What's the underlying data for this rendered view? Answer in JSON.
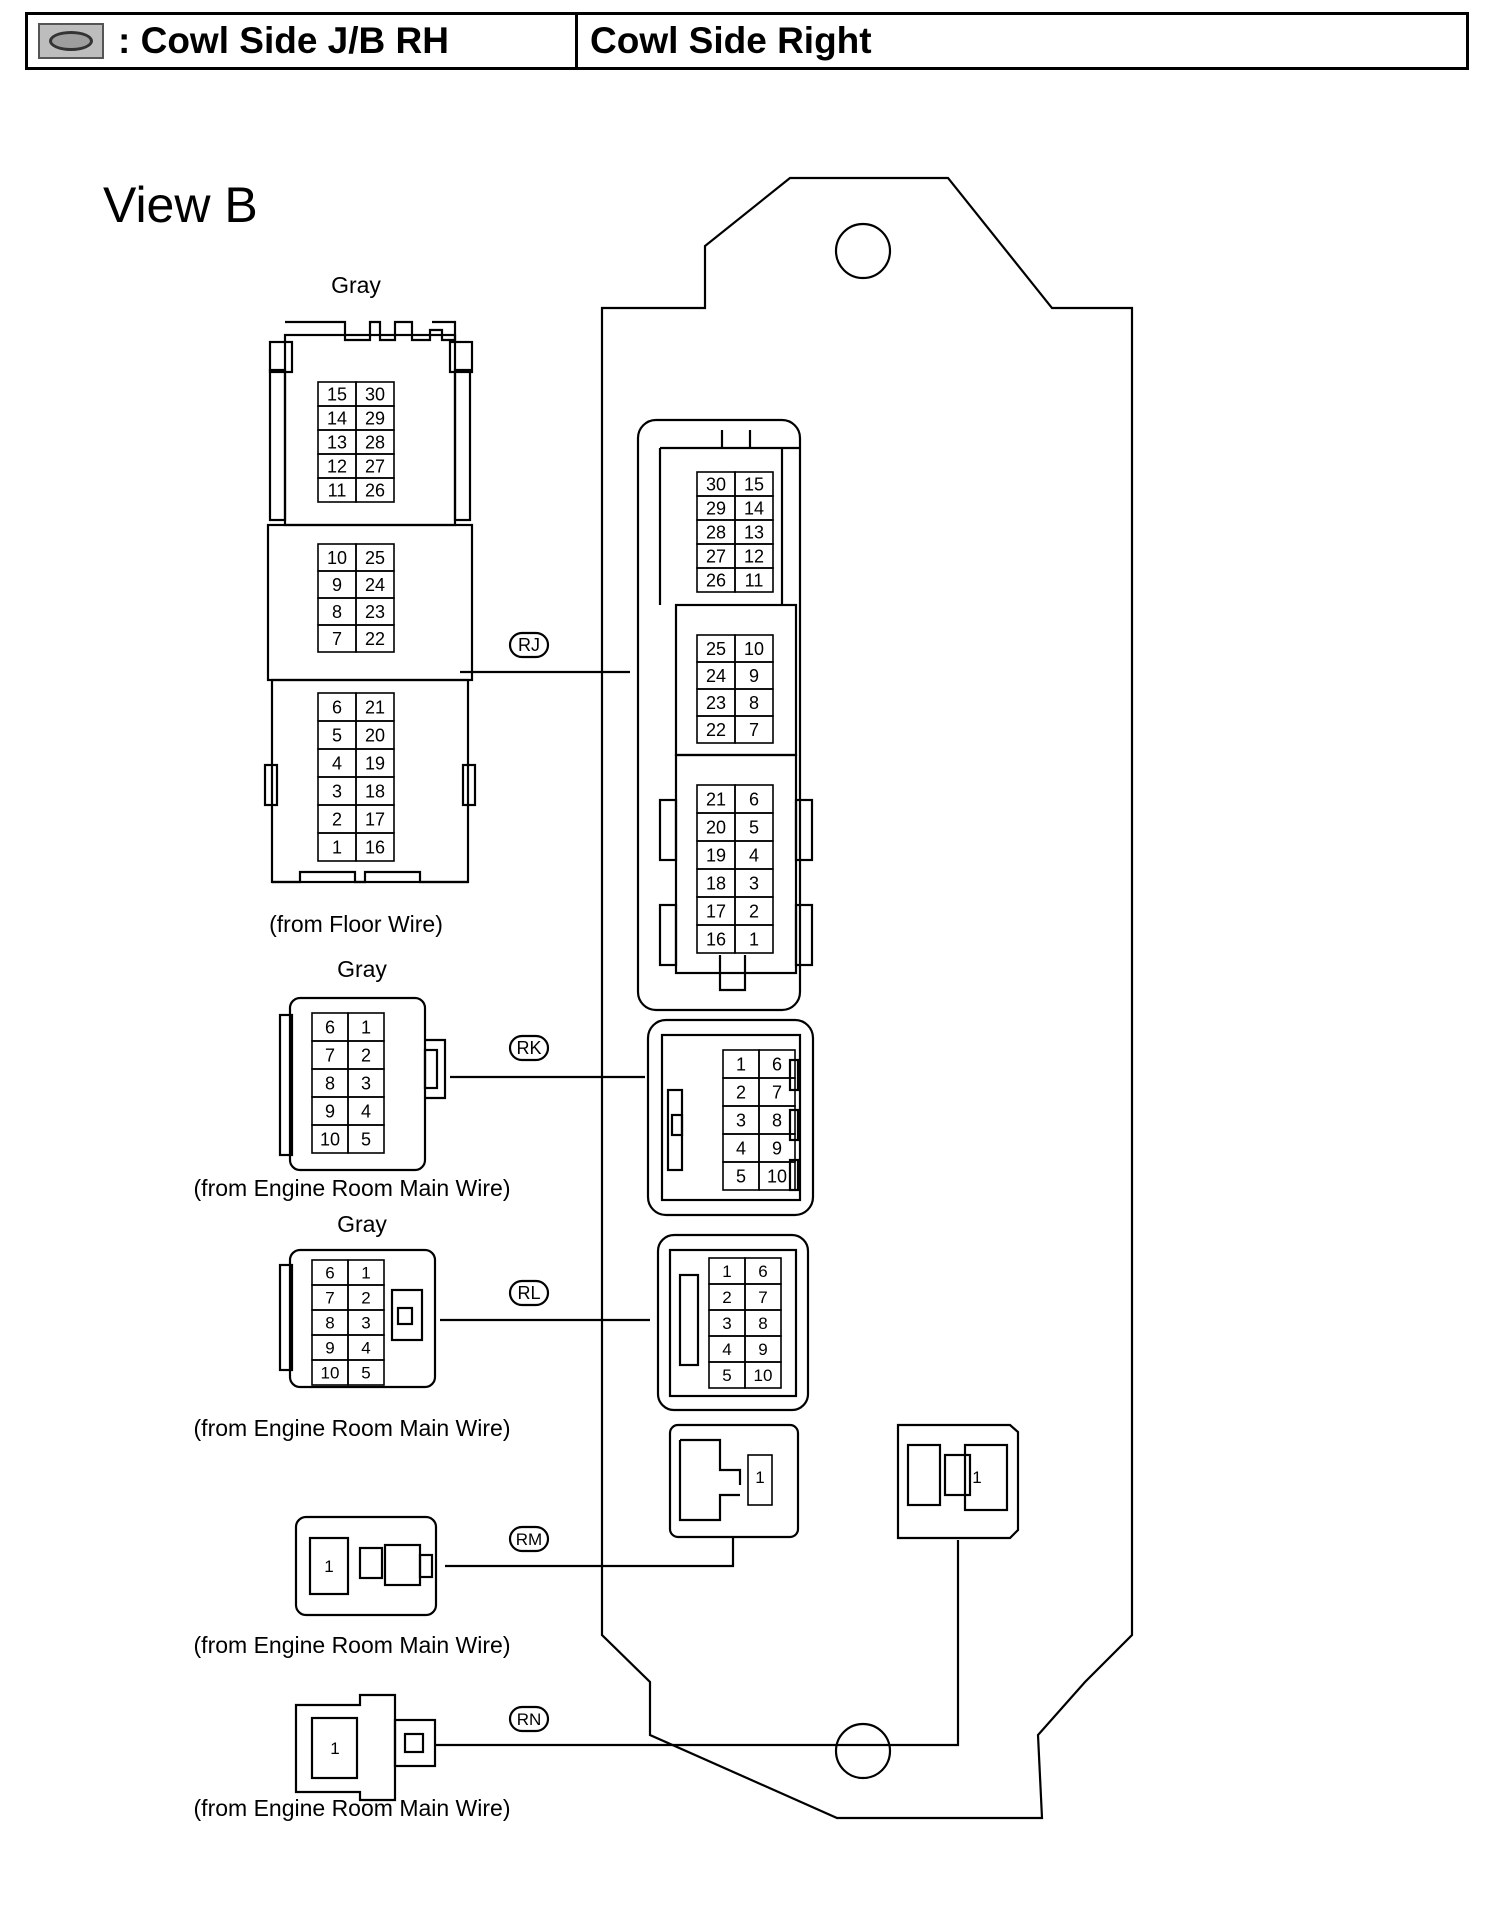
{
  "header": {
    "icon": "junction-block-icon",
    "left_title": ": Cowl Side J/B RH",
    "right_title": "Cowl Side Right"
  },
  "view_title": "View B",
  "connectors": {
    "rj": {
      "code": "RJ",
      "color": "Gray",
      "source": "(from Floor Wire)",
      "pins_top": [
        [
          "15",
          "30"
        ],
        [
          "14",
          "29"
        ],
        [
          "13",
          "28"
        ],
        [
          "12",
          "27"
        ],
        [
          "11",
          "26"
        ]
      ],
      "pins_mid": [
        [
          "10",
          "25"
        ],
        [
          "9",
          "24"
        ],
        [
          "8",
          "23"
        ],
        [
          "7",
          "22"
        ]
      ],
      "pins_bot": [
        [
          "6",
          "21"
        ],
        [
          "5",
          "20"
        ],
        [
          "4",
          "19"
        ],
        [
          "3",
          "18"
        ],
        [
          "2",
          "17"
        ],
        [
          "1",
          "16"
        ]
      ],
      "jb_top": [
        [
          "30",
          "15"
        ],
        [
          "29",
          "14"
        ],
        [
          "28",
          "13"
        ],
        [
          "27",
          "12"
        ],
        [
          "26",
          "11"
        ]
      ],
      "jb_mid": [
        [
          "25",
          "10"
        ],
        [
          "24",
          "9"
        ],
        [
          "23",
          "8"
        ],
        [
          "22",
          "7"
        ]
      ],
      "jb_bot": [
        [
          "21",
          "6"
        ],
        [
          "20",
          "5"
        ],
        [
          "19",
          "4"
        ],
        [
          "18",
          "3"
        ],
        [
          "17",
          "2"
        ],
        [
          "16",
          "1"
        ]
      ]
    },
    "rk": {
      "code": "RK",
      "color": "Gray",
      "source": "(from Engine Room Main Wire)",
      "pins": [
        [
          "6",
          "1"
        ],
        [
          "7",
          "2"
        ],
        [
          "8",
          "3"
        ],
        [
          "9",
          "4"
        ],
        [
          "10",
          "5"
        ]
      ],
      "jb": [
        [
          "1",
          "6"
        ],
        [
          "2",
          "7"
        ],
        [
          "3",
          "8"
        ],
        [
          "4",
          "9"
        ],
        [
          "5",
          "10"
        ]
      ]
    },
    "rl": {
      "code": "RL",
      "color": "Gray",
      "source": "(from Engine Room Main Wire)",
      "pins": [
        [
          "6",
          "1"
        ],
        [
          "7",
          "2"
        ],
        [
          "8",
          "3"
        ],
        [
          "9",
          "4"
        ],
        [
          "10",
          "5"
        ]
      ],
      "jb": [
        [
          "1",
          "6"
        ],
        [
          "2",
          "7"
        ],
        [
          "3",
          "8"
        ],
        [
          "4",
          "9"
        ],
        [
          "5",
          "10"
        ]
      ]
    },
    "rm": {
      "code": "RM",
      "source": "(from Engine Room Main Wire)",
      "pin": "1",
      "jb_pin": "1"
    },
    "rn": {
      "code": "RN",
      "source": "(from Engine Room Main Wire)",
      "pin": "1",
      "jb_pin": "1"
    }
  }
}
